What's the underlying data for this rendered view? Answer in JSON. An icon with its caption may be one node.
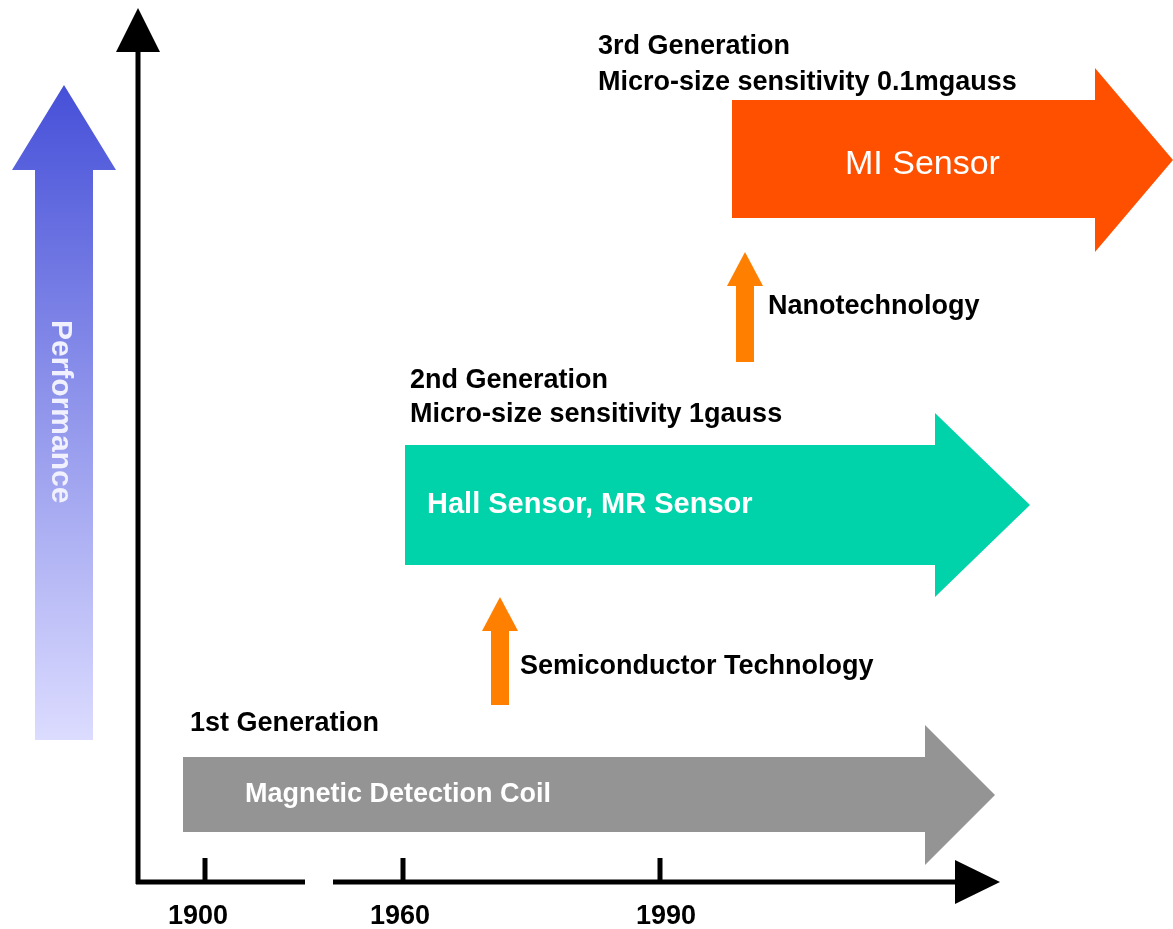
{
  "diagram": {
    "nodes": [
      {
        "text": [
          "1st Generation",
          "Magnetic Detection Coil"
        ]
      },
      {
        "text": [
          "2nd Generation",
          "Micro-size sensitivity 1gauss",
          "Hall Sensor, MR Sensor"
        ]
      },
      {
        "text": [
          "3rd Generation",
          "Micro-size sensitivity 0.1mgauss",
          "MI Sensor"
        ]
      }
    ],
    "edges": [
      {
        "from": 0,
        "to": 1,
        "arrow": "to",
        "label": "Semiconductor Technology"
      },
      {
        "from": 1,
        "to": 2,
        "arrow": "to",
        "label": "Nanotechnology"
      }
    ],
    "labels": [
      "Performance",
      "1900",
      "1960",
      "1990"
    ]
  }
}
